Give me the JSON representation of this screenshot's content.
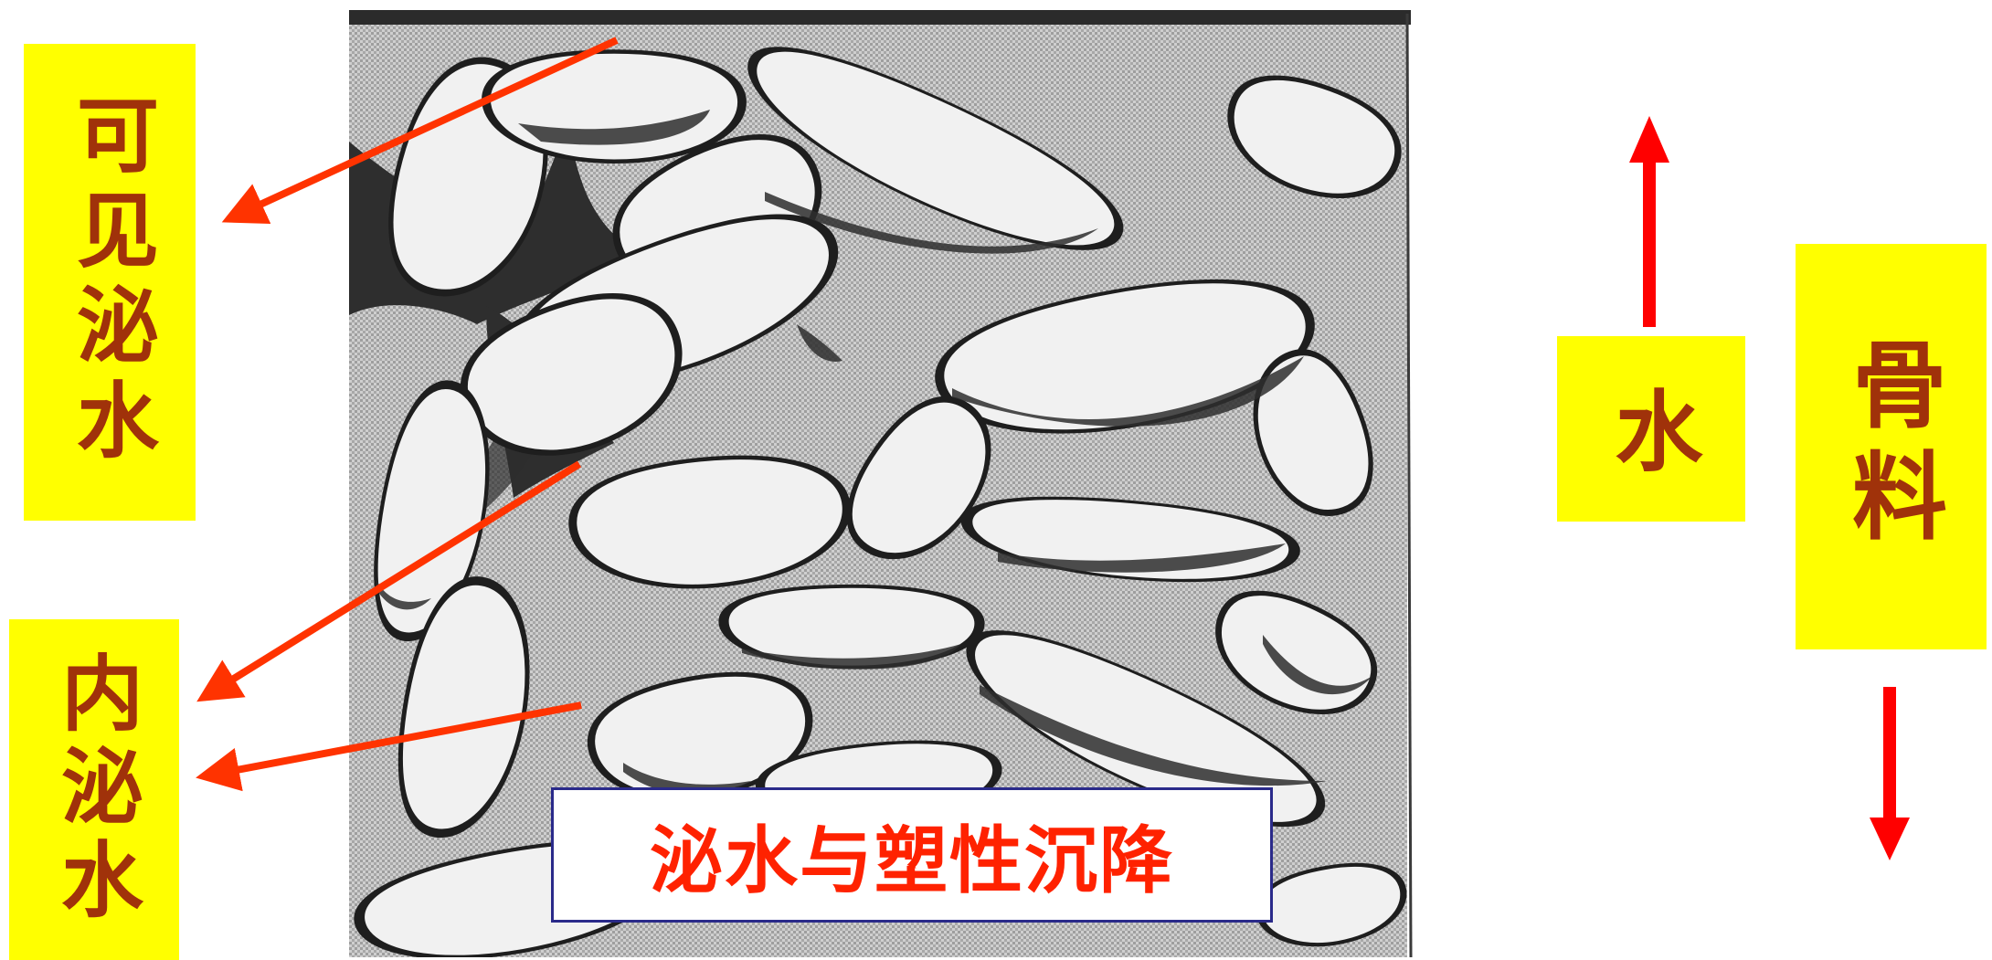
{
  "title": "泌水与塑性沉降",
  "labels": {
    "visible_bleeding": "可见泌水",
    "internal_bleeding": "内泌水",
    "water": "水",
    "aggregate": "骨料"
  },
  "colors": {
    "label_background": "#ffff00",
    "label_text": "#a0320a",
    "title_text": "#ff2200",
    "title_border": "#2a2a8a",
    "annotation_arrow": "#ff3300",
    "direction_arrow": "#ff0000",
    "panel_background": "#c9c9c9",
    "aggregate_fill": "#f1f1f1",
    "bleed_water": "#2e2e2e"
  },
  "direction_arrows": {
    "water": "up",
    "aggregate": "down"
  }
}
